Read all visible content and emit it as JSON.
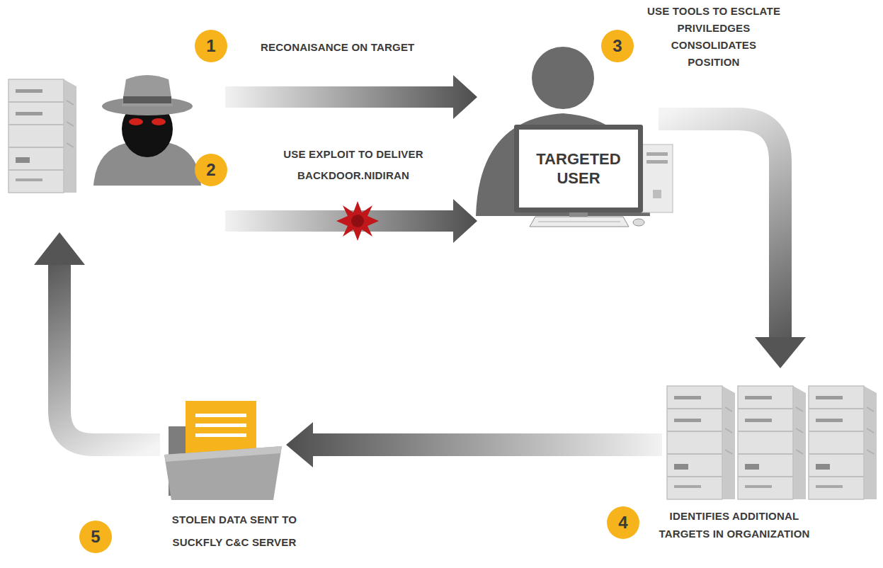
{
  "diagram": {
    "nodes": [
      {
        "text": [
          "TARGETED USER"
        ]
      }
    ],
    "labels": [
      "1",
      "RECONAISANCE ON TARGET",
      "2",
      "USE EXPLOIT TO DELIVER BACKDOOR.NIDIRAN",
      "3",
      "USE TOOLS TO ESCLATE PRIVILEDGES CONSOLIDATES POSITION",
      "4",
      "IDENTIFIES ADDITIONAL TARGETS IN ORGANIZATION",
      "5",
      "STOLEN DATA SENT TO SUCKFLY C&C SERVER"
    ]
  }
}
